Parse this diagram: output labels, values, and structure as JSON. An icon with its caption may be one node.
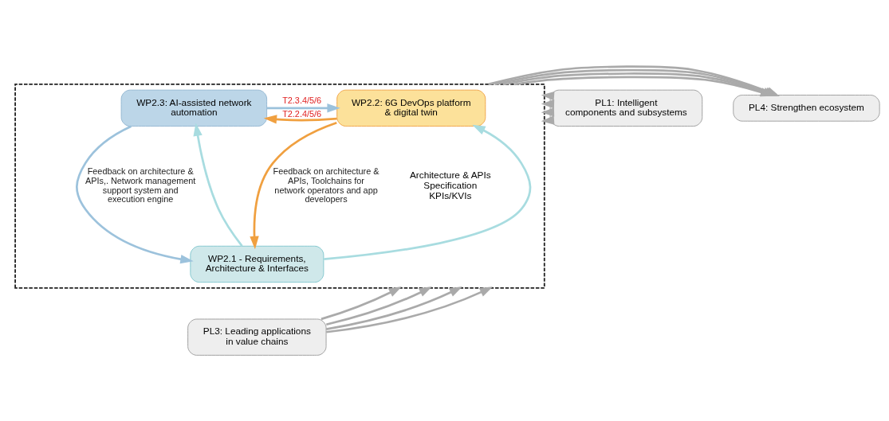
{
  "diagram": {
    "nodes": [
      {
        "text": [],
        "shape": "box"
      },
      {
        "text": [
          "WP2.2: 6G DevOps platform & digital twin"
        ],
        "in": 0
      },
      {
        "text": [
          "WP2.3: AI-assisted network automation"
        ],
        "in": 0
      },
      {
        "text": [
          "WP2.1 - Requirements, Architecture & Interfaces"
        ],
        "in": 0
      },
      {
        "text": [
          "PL1: Intelligent components and subsystems"
        ]
      },
      {
        "text": [
          "PL4: Strengthen ecosystem"
        ]
      },
      {
        "text": [
          "PL3: Leading applications in value chains"
        ]
      }
    ],
    "edges": [
      {
        "from": 2,
        "to": 1,
        "arrow": "to",
        "label": "T2.3.4/5/6",
        "color": "#9cc2dc"
      },
      {
        "from": 1,
        "to": 2,
        "arrow": "to",
        "label": "T2.2.4/5/6",
        "color": "#f0a040"
      },
      {
        "from": 1,
        "to": 3,
        "arrow": "to",
        "label": "Feedback on architecture & APIs, Toolchains for network operators and app developers",
        "color": "#f0a040"
      },
      {
        "from": 3,
        "to": 1,
        "arrow": "to",
        "color": "#a8dce0"
      },
      {
        "from": 3,
        "to": 2,
        "arrow": "to",
        "color": "#a8dce0"
      },
      {
        "from": 2,
        "to": 3,
        "arrow": "to",
        "label": "Feedback on architecture & APIs,. Network management support system and execution engine",
        "color": "#9cc2dc"
      },
      {
        "from": 4,
        "to": 0,
        "arrow": "to"
      },
      {
        "from": 4,
        "to": 0,
        "arrow": "to"
      },
      {
        "from": 4,
        "to": 0,
        "arrow": "to"
      },
      {
        "from": 4,
        "to": 0,
        "arrow": "to"
      },
      {
        "from": 0,
        "to": 5,
        "arrow": "to"
      },
      {
        "from": 0,
        "to": 5,
        "arrow": "to"
      },
      {
        "from": 0,
        "to": 5,
        "arrow": "to"
      },
      {
        "from": 0,
        "to": 5,
        "arrow": "to"
      },
      {
        "from": 6,
        "to": 0,
        "arrow": "to"
      },
      {
        "from": 6,
        "to": 0,
        "arrow": "to"
      },
      {
        "from": 6,
        "to": 0,
        "arrow": "to"
      },
      {
        "from": 6,
        "to": 0,
        "arrow": "to"
      }
    ],
    "labels": [
      "Architecture & APIs Specification KPIs/KVIs"
    ]
  }
}
